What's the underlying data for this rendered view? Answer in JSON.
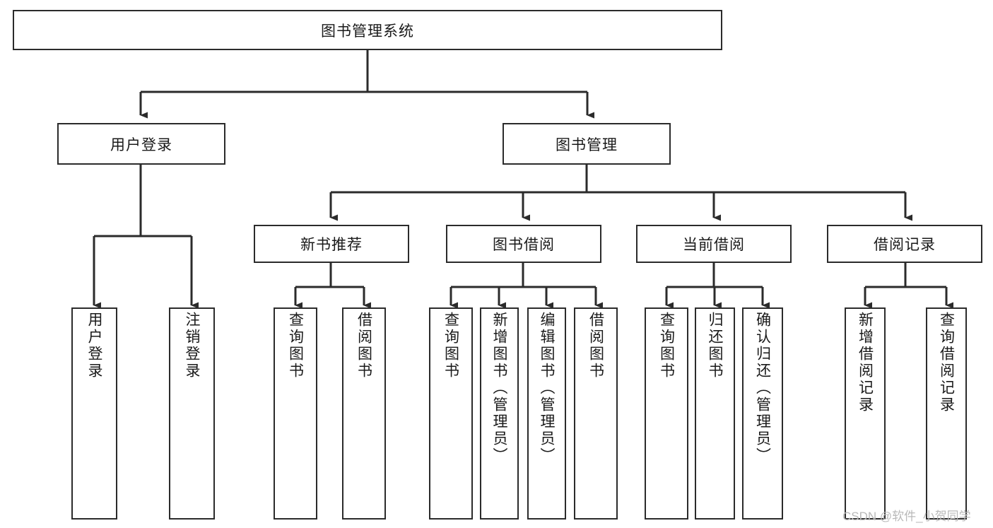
{
  "diagram": {
    "type": "tree-hierarchy",
    "title": "图书管理系统",
    "orientation": "top-down",
    "colors": {
      "box_border": "#2b2b2b",
      "box_fill": "#ffffff",
      "connector": "#2b2b2b",
      "watermark": "#b9b9b9",
      "background": "#ffffff"
    },
    "root": {
      "label": "图书管理系统"
    },
    "level1": [
      {
        "label": "用户登录"
      },
      {
        "label": "图书管理"
      }
    ],
    "level2": [
      {
        "label": "新书推荐"
      },
      {
        "label": "图书借阅"
      },
      {
        "label": "当前借阅"
      },
      {
        "label": "借阅记录"
      }
    ],
    "leaves": {
      "user_login": [
        {
          "label": "用户登录"
        },
        {
          "label": "注销登录"
        }
      ],
      "new_book_recommend": [
        {
          "label": "查询图书"
        },
        {
          "label": "借阅图书"
        }
      ],
      "book_borrow": [
        {
          "label": "查询图书"
        },
        {
          "label": "新增图书（管理员）"
        },
        {
          "label": "编辑图书（管理员）"
        },
        {
          "label": "借阅图书"
        }
      ],
      "current_borrow": [
        {
          "label": "查询图书"
        },
        {
          "label": "归还图书"
        },
        {
          "label": "确认归还（管理员）"
        }
      ],
      "borrow_record": [
        {
          "label": "新增借阅记录"
        },
        {
          "label": "查询借阅记录"
        }
      ]
    }
  },
  "watermark": {
    "text": "CSDN @软件_小贺同学"
  }
}
